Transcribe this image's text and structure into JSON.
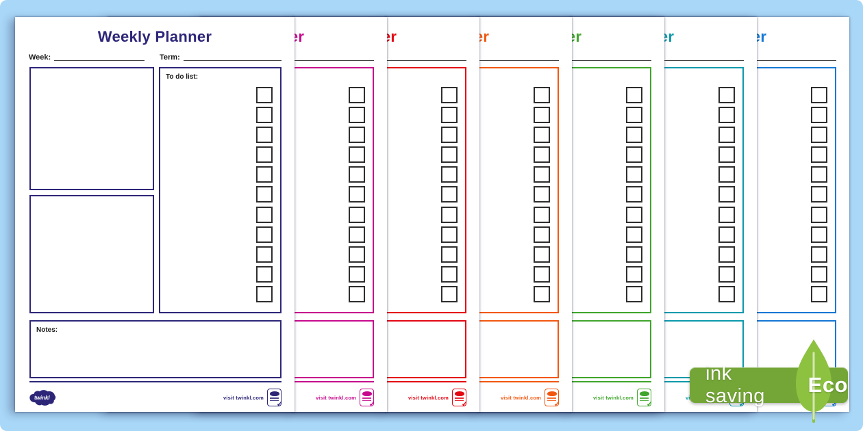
{
  "background_color": "#a9d7f7",
  "planner": {
    "title": "Weekly Planner",
    "week_label": "Week:",
    "term_label": "Term:",
    "todo_label": "To do list:",
    "notes_label": "Notes:",
    "checkbox_count": 11,
    "footer": {
      "logo_text": "twinkl",
      "visit_text": "visit twinkl.com"
    }
  },
  "pages": [
    {
      "name": "navy",
      "accent": "#2d2678"
    },
    {
      "name": "pink",
      "accent": "#c6098d"
    },
    {
      "name": "red",
      "accent": "#e30613"
    },
    {
      "name": "orange",
      "accent": "#f2570f"
    },
    {
      "name": "green",
      "accent": "#3fa52c"
    },
    {
      "name": "teal",
      "accent": "#0b99ac"
    },
    {
      "name": "blue",
      "accent": "#1577d4"
    }
  ],
  "eco_badge": {
    "label": "ink saving",
    "eco_label": "Eco",
    "banner_color": "#74a637",
    "leaf_color": "#8dc241",
    "leaf_vein_color": "#d6e7b0"
  }
}
